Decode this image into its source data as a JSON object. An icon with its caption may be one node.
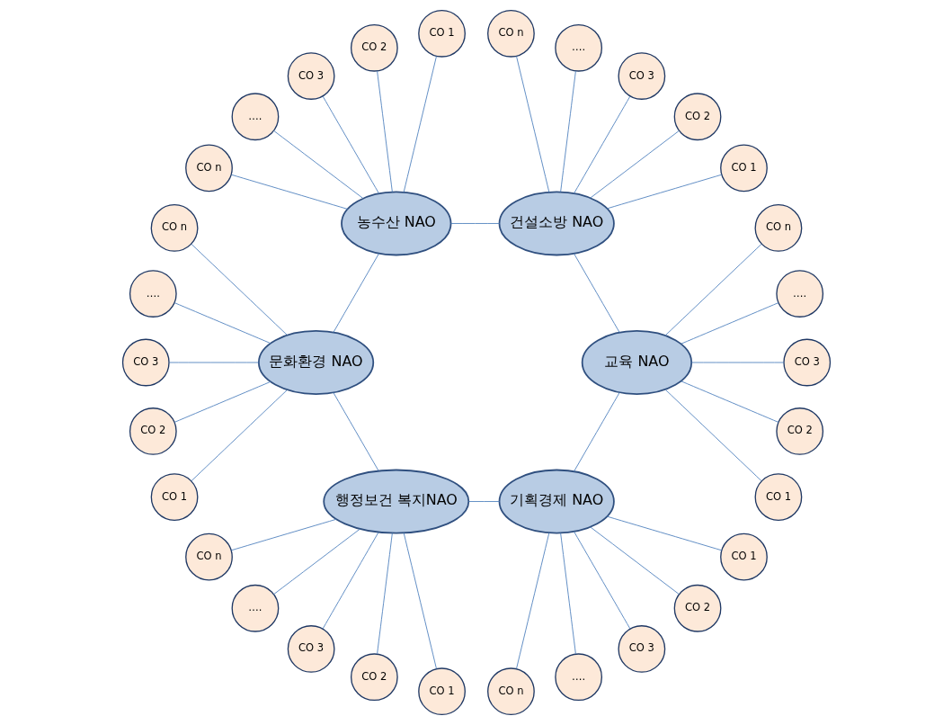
{
  "diagram": {
    "nodes": [
      {
        "text": [
          "기획경제 NAO"
        ]
      },
      {
        "text": [
          "CO n"
        ]
      },
      {
        "text": [
          "…."
        ]
      },
      {
        "text": [
          "CO 3"
        ]
      },
      {
        "text": [
          "CO 2"
        ]
      },
      {
        "text": [
          "CO 1"
        ]
      },
      {
        "text": [
          "교육 NAO"
        ]
      },
      {
        "text": [
          "CO 1"
        ]
      },
      {
        "text": [
          "CO 2"
        ]
      },
      {
        "text": [
          "CO 3"
        ]
      },
      {
        "text": [
          "…."
        ]
      },
      {
        "text": [
          "CO n"
        ]
      },
      {
        "text": [
          "행정보건 복지NAO"
        ]
      },
      {
        "text": [
          "CO n"
        ]
      },
      {
        "text": [
          "…."
        ]
      },
      {
        "text": [
          "CO 3"
        ]
      },
      {
        "text": [
          "CO 2"
        ]
      },
      {
        "text": [
          "CO 1"
        ]
      },
      {
        "text": [
          "건설소방 NAO"
        ]
      },
      {
        "text": [
          "CO 1"
        ]
      },
      {
        "text": [
          "CO 2"
        ]
      },
      {
        "text": [
          "CO 3"
        ]
      },
      {
        "text": [
          "…."
        ]
      },
      {
        "text": [
          "CO n"
        ]
      },
      {
        "text": [
          "문화환경 NAO"
        ]
      },
      {
        "text": [
          "CO n"
        ]
      },
      {
        "text": [
          "…."
        ]
      },
      {
        "text": [
          "CO 3"
        ]
      },
      {
        "text": [
          "CO 2"
        ]
      },
      {
        "text": [
          "CO 1"
        ]
      },
      {
        "text": [
          "농수산 NAO"
        ]
      },
      {
        "text": [
          "CO 1"
        ]
      },
      {
        "text": [
          "CO 2"
        ]
      },
      {
        "text": [
          "CO 3"
        ]
      },
      {
        "text": [
          "…."
        ]
      },
      {
        "text": [
          "CO n"
        ]
      }
    ],
    "edges": [
      {
        "from": 0,
        "to": 12,
        "arrow": "none"
      },
      {
        "from": 12,
        "to": 24,
        "arrow": "none"
      },
      {
        "from": 24,
        "to": 30,
        "arrow": "none"
      },
      {
        "from": 30,
        "to": 18,
        "arrow": "none"
      },
      {
        "from": 18,
        "to": 6,
        "arrow": "none"
      },
      {
        "from": 6,
        "to": 0,
        "arrow": "none"
      },
      {
        "from": 0,
        "to": 1,
        "arrow": "none"
      },
      {
        "from": 0,
        "to": 2,
        "arrow": "none"
      },
      {
        "from": 0,
        "to": 3,
        "arrow": "none"
      },
      {
        "from": 0,
        "to": 4,
        "arrow": "none"
      },
      {
        "from": 0,
        "to": 5,
        "arrow": "none"
      },
      {
        "from": 6,
        "to": 7,
        "arrow": "none"
      },
      {
        "from": 6,
        "to": 8,
        "arrow": "none"
      },
      {
        "from": 6,
        "to": 9,
        "arrow": "none"
      },
      {
        "from": 6,
        "to": 10,
        "arrow": "none"
      },
      {
        "from": 6,
        "to": 11,
        "arrow": "none"
      },
      {
        "from": 12,
        "to": 13,
        "arrow": "none"
      },
      {
        "from": 12,
        "to": 14,
        "arrow": "none"
      },
      {
        "from": 12,
        "to": 15,
        "arrow": "none"
      },
      {
        "from": 12,
        "to": 16,
        "arrow": "none"
      },
      {
        "from": 12,
        "to": 17,
        "arrow": "none"
      },
      {
        "from": 18,
        "to": 19,
        "arrow": "none"
      },
      {
        "from": 18,
        "to": 20,
        "arrow": "none"
      },
      {
        "from": 18,
        "to": 21,
        "arrow": "none"
      },
      {
        "from": 18,
        "to": 22,
        "arrow": "none"
      },
      {
        "from": 18,
        "to": 23,
        "arrow": "none"
      },
      {
        "from": 24,
        "to": 25,
        "arrow": "none"
      },
      {
        "from": 24,
        "to": 26,
        "arrow": "none"
      },
      {
        "from": 24,
        "to": 27,
        "arrow": "none"
      },
      {
        "from": 24,
        "to": 28,
        "arrow": "none"
      },
      {
        "from": 24,
        "to": 29,
        "arrow": "none"
      },
      {
        "from": 30,
        "to": 31,
        "arrow": "none"
      },
      {
        "from": 30,
        "to": 32,
        "arrow": "none"
      },
      {
        "from": 30,
        "to": 33,
        "arrow": "none"
      },
      {
        "from": 30,
        "to": 34,
        "arrow": "none"
      },
      {
        "from": 30,
        "to": 35,
        "arrow": "none"
      }
    ]
  }
}
